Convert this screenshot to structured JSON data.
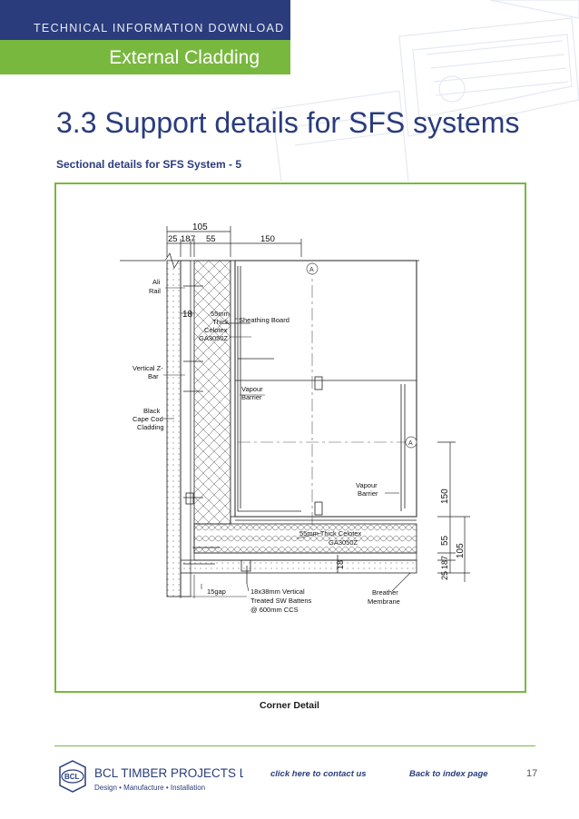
{
  "header": {
    "section_label": "TECHNICAL INFORMATION DOWNLOAD",
    "category": "External Cladding"
  },
  "page": {
    "title": "3.3 Support details for SFS systems",
    "subtitle": "Sectional details for SFS System - 5",
    "caption": "Corner Detail",
    "page_number": "17"
  },
  "drawing": {
    "dims_top": {
      "total": "105",
      "d1": "25",
      "d2": "18",
      "d3": "7",
      "d4": "55",
      "d5": "150"
    },
    "dims_right": {
      "d1": "150",
      "d2": "55",
      "d3": "7",
      "d4": "18",
      "d5": "25",
      "total": "105"
    },
    "dim_18_left": "18",
    "dim_18_bottom": "18",
    "section_marker": "A",
    "labels": {
      "ali_rail": [
        "Ali",
        "Rail"
      ],
      "celotex": [
        "55mm",
        "Thick",
        "Celotex",
        "GA3050Z"
      ],
      "sheathing": "Sheathing Board",
      "z_bar": [
        "Vertical Z-",
        "Bar"
      ],
      "cladding": [
        "Black",
        "Cape Cod",
        "Cladding"
      ],
      "vapour_1": [
        "Vapour",
        "Barrier"
      ],
      "vapour_2": [
        "Vapour",
        "Barrier"
      ],
      "celotex_bottom": [
        "55mm Thick Celotex",
        "GA3050Z"
      ],
      "gap": "15gap",
      "battens": [
        "18x38mm Vertical",
        "Treated SW Battens",
        "@ 600mm CCS"
      ],
      "breather": [
        "Breather",
        "Membrane"
      ]
    }
  },
  "footer": {
    "logo_name": "BCL TIMBER PROJECTS LTD",
    "logo_mark": "BCL",
    "logo_tagline": "Design  •  Manufacture  •  Installation",
    "contact_link": "click here to contact us",
    "index_link": "Back to index page"
  },
  "colors": {
    "navy": "#2a3c7c",
    "green": "#79b83f"
  }
}
